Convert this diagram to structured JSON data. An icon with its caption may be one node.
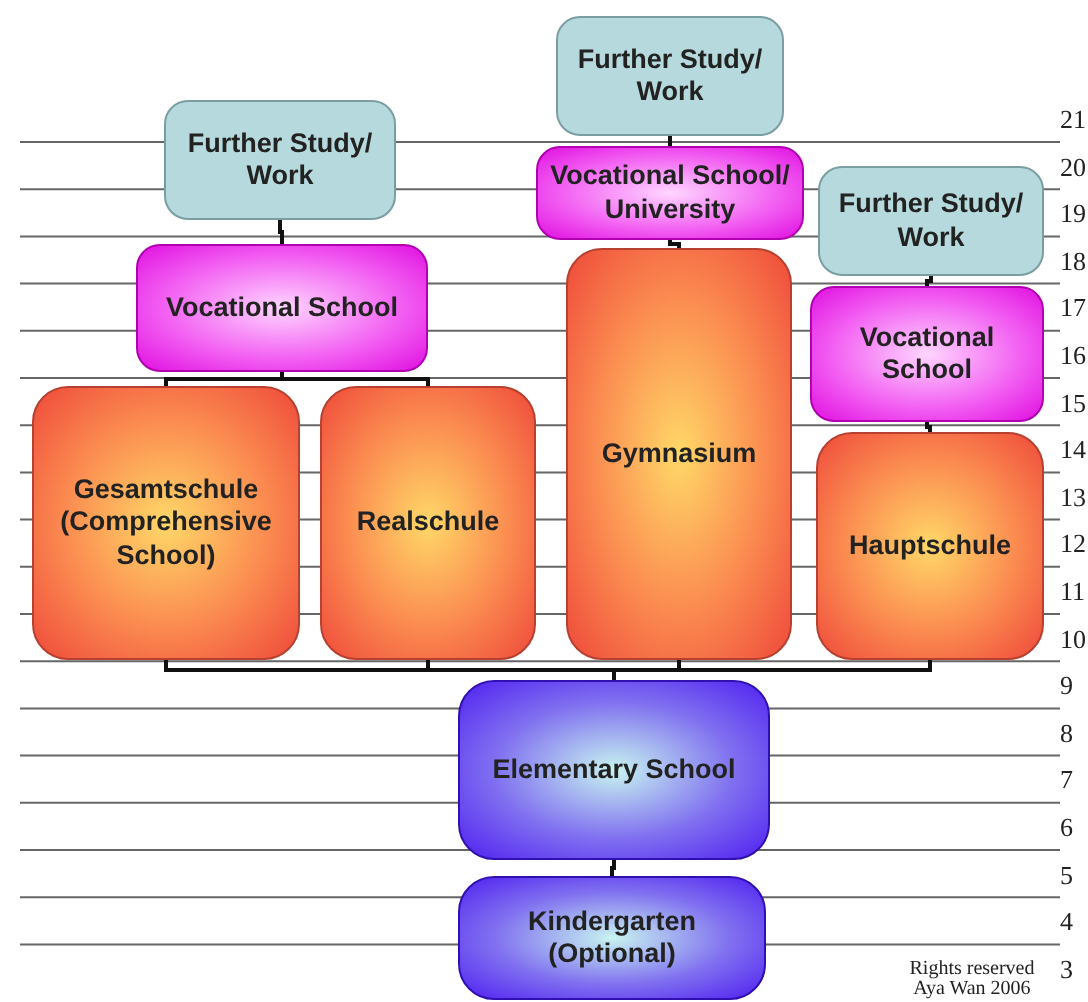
{
  "diagram": {
    "nodes": [
      {
        "text": [
          "Further Study/ Work"
        ]
      },
      {
        "text": [
          "Further Study/ Work"
        ]
      },
      {
        "text": [
          "Vocational School/ University"
        ]
      },
      {
        "text": [
          "Further Study/ Work"
        ]
      },
      {
        "text": [
          "Vocational School"
        ]
      },
      {
        "text": [
          "Gymnasium"
        ]
      },
      {
        "text": [
          "Vocational School"
        ]
      },
      {
        "text": [
          "Gesamtschule (Comprehensive School)"
        ]
      },
      {
        "text": [
          "Realschule"
        ]
      },
      {
        "text": [
          "Hauptschule"
        ]
      },
      {
        "text": [
          "Elementary School"
        ]
      },
      {
        "text": [
          "Kindergarten (Optional)"
        ]
      }
    ],
    "edges": [
      {
        "from": 0,
        "to": 2,
        "arrow": "none"
      },
      {
        "from": 1,
        "to": 4,
        "arrow": "none"
      },
      {
        "from": 2,
        "to": 5,
        "arrow": "none"
      },
      {
        "from": 3,
        "to": 6,
        "arrow": "none"
      },
      {
        "from": 4,
        "to": 7,
        "arrow": "none"
      },
      {
        "from": 4,
        "to": 8,
        "arrow": "none"
      },
      {
        "from": 6,
        "to": 9,
        "arrow": "none"
      },
      {
        "from": 7,
        "to": 10,
        "arrow": "none"
      },
      {
        "from": 8,
        "to": 10,
        "arrow": "none"
      },
      {
        "from": 5,
        "to": 10,
        "arrow": "none"
      },
      {
        "from": 9,
        "to": 10,
        "arrow": "none"
      },
      {
        "from": 10,
        "to": 11,
        "arrow": "none"
      }
    ],
    "labels": [
      "21",
      "20",
      "19",
      "18",
      "17",
      "16",
      "15",
      "14",
      "13",
      "12",
      "11",
      "10",
      "9",
      "8",
      "7",
      "6",
      "5",
      "4",
      "Rights reserved Aya Wan 2006",
      "3"
    ]
  }
}
